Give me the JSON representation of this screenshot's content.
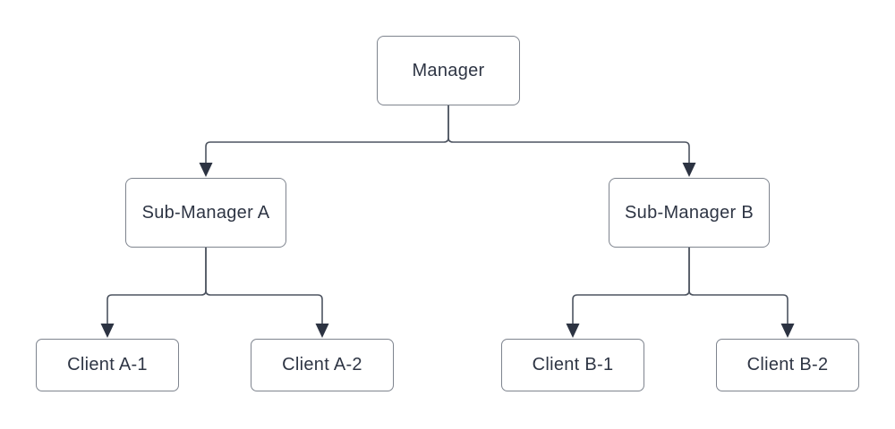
{
  "diagram": {
    "type": "org-chart",
    "nodes": {
      "manager": {
        "label": "Manager"
      },
      "sub_a": {
        "label": "Sub-Manager A"
      },
      "sub_b": {
        "label": "Sub-Manager B"
      },
      "client_a1": {
        "label": "Client A-1"
      },
      "client_a2": {
        "label": "Client A-2"
      },
      "client_b1": {
        "label": "Client B-1"
      },
      "client_b2": {
        "label": "Client B-2"
      }
    },
    "edges": [
      {
        "from": "manager",
        "to": "sub_a"
      },
      {
        "from": "manager",
        "to": "sub_b"
      },
      {
        "from": "sub_a",
        "to": "client_a1"
      },
      {
        "from": "sub_a",
        "to": "client_a2"
      },
      {
        "from": "sub_b",
        "to": "client_b1"
      },
      {
        "from": "sub_b",
        "to": "client_b2"
      }
    ],
    "colors": {
      "background": "#ffffff",
      "node_fill": "#ffffff",
      "node_border": "#7e848e",
      "text": "#2e3544",
      "connector": "#4d5460",
      "arrowhead": "#2c3342"
    }
  }
}
